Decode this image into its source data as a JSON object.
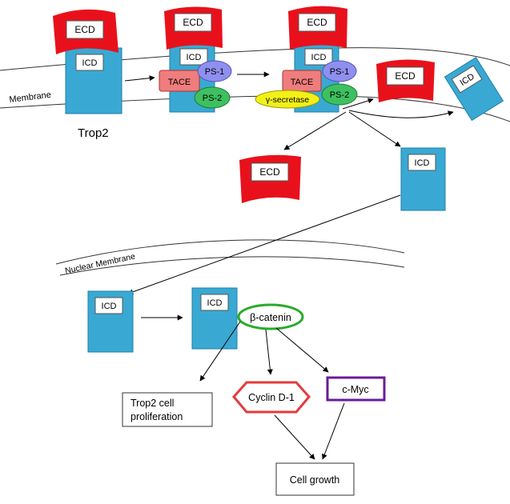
{
  "labels": {
    "membrane": "Membrane",
    "nuclear_membrane": "Nuclear Membrane",
    "trop2": "Trop2",
    "ecd": "ECD",
    "icd": "ICD",
    "tace": "TACE",
    "ps1": "PS-1",
    "ps2": "PS-2",
    "gamma_secretase": "γ-secretase",
    "beta_catenin": "β-catenin",
    "cyclin_d1": "Cyclin D-1",
    "cmyc": "c-Myc",
    "trop2_prolif_line1": "Trop2 cell",
    "trop2_prolif_line2": "proliferation",
    "cell_growth": "Cell growth"
  },
  "colors": {
    "ecd_red": "#e8111b",
    "icd_blue": "#39a9d3",
    "tace_pink": "#f07d7d",
    "ps1_lavender": "#8f8ff0",
    "ps2_green": "#3ec060",
    "gamma_yellow": "#f3f018",
    "beta_catenin_green": "#2aab2a",
    "cyclin_red": "#e33b3b",
    "cmyc_purple": "#6a1b9a"
  }
}
